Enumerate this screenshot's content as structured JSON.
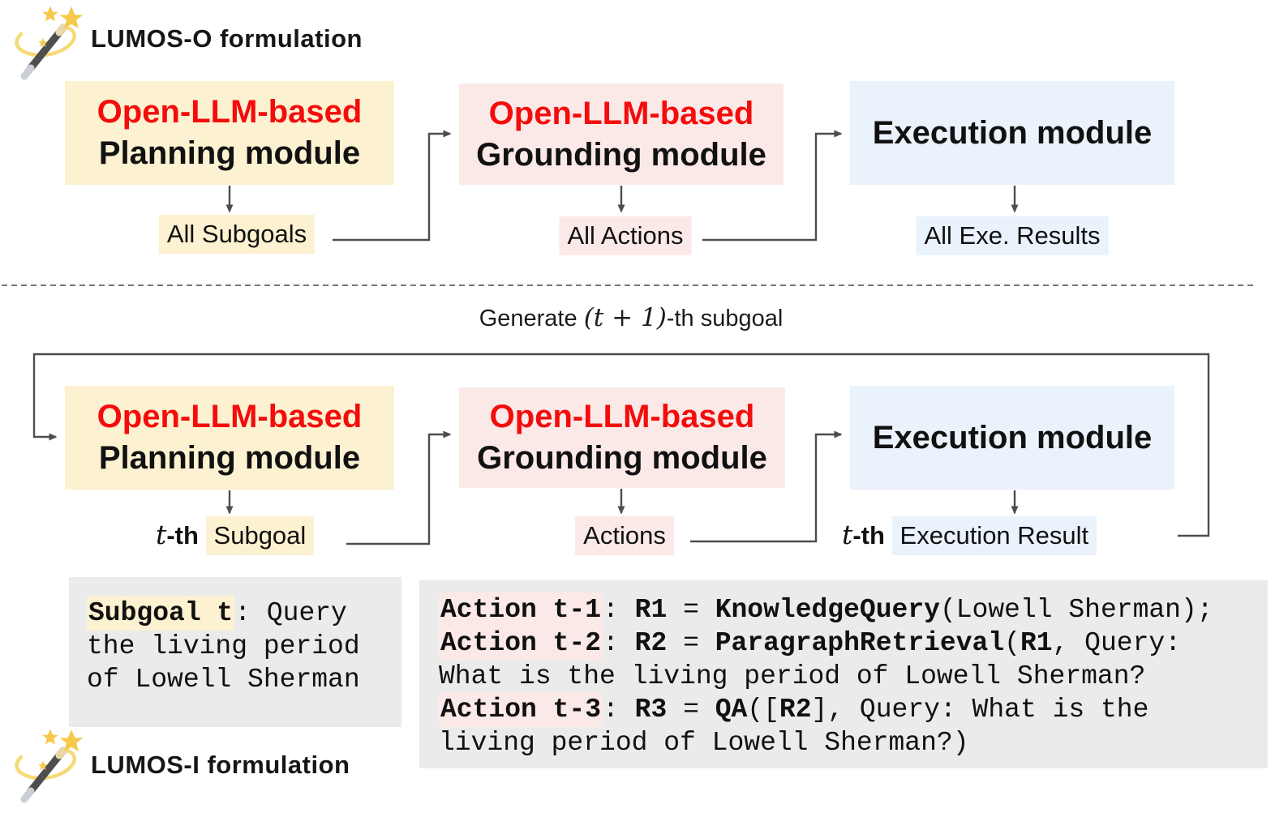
{
  "colors": {
    "yellow": "#FCF1D0",
    "pink": "#FBE9E8",
    "blue": "#EAF2FB",
    "red": "#F40C0C",
    "codebg": "#EBEBEB",
    "arrow": "#4D4D4D"
  },
  "sections": {
    "lumos_o": {
      "title": "LUMOS-O formulation"
    },
    "lumos_i": {
      "title": "LUMOS-I formulation"
    }
  },
  "flow_o": {
    "planning": {
      "line1": "Open-LLM-based",
      "line2": "Planning module"
    },
    "grounding": {
      "line1": "Open-LLM-based",
      "line2": "Grounding module"
    },
    "execution": {
      "title": "Execution module"
    },
    "planning_output": {
      "segments": [
        {
          "t": "All Subgoals",
          "h": "yellow"
        }
      ]
    },
    "grounding_output": {
      "segments": [
        {
          "t": "All Actions",
          "h": "pink"
        }
      ]
    },
    "execution_output": {
      "segments": [
        {
          "t": "All Exe. Results",
          "h": "blue"
        }
      ]
    }
  },
  "loop_caption": {
    "segments": [
      {
        "t": "Generate "
      },
      {
        "t": "(t + 1)",
        "i": true
      },
      {
        "t": "-th subgoal"
      }
    ]
  },
  "flow_i": {
    "planning": {
      "line1": "Open-LLM-based",
      "line2": "Planning module"
    },
    "grounding": {
      "line1": "Open-LLM-based",
      "line2": "Grounding module"
    },
    "execution": {
      "title": "Execution module"
    },
    "planning_output": {
      "segments": [
        {
          "t": "t",
          "i": true
        },
        {
          "t": "-th ",
          "b": true
        },
        {
          "t": "Subgoal",
          "h": "yellow"
        }
      ]
    },
    "grounding_output": {
      "segments": [
        {
          "t": "Actions",
          "h": "pink"
        }
      ]
    },
    "execution_output": {
      "segments": [
        {
          "t": "t",
          "i": true
        },
        {
          "t": "-th ",
          "b": true
        },
        {
          "t": "Execution Result",
          "h": "blue"
        }
      ]
    }
  },
  "code_blocks": {
    "subgoal": {
      "lines": [
        {
          "segments": [
            {
              "t": "Subgoal t",
              "b": true,
              "h": "yellow"
            },
            {
              "t": ": Query"
            }
          ]
        },
        {
          "segments": [
            {
              "t": "the living period"
            }
          ]
        },
        {
          "segments": [
            {
              "t": "of Lowell Sherman"
            }
          ]
        }
      ]
    },
    "actions": {
      "lines": [
        {
          "segments": [
            {
              "t": "Action t-1",
              "b": true,
              "h": "pink"
            },
            {
              "t": ": "
            },
            {
              "t": "R1",
              "b": true
            },
            {
              "t": " = "
            },
            {
              "t": "KnowledgeQuery",
              "b": true
            },
            {
              "t": "(Lowell Sherman);"
            }
          ]
        },
        {
          "segments": [
            {
              "t": "Action t-2",
              "b": true,
              "h": "pink"
            },
            {
              "t": ": "
            },
            {
              "t": "R2",
              "b": true
            },
            {
              "t": " = "
            },
            {
              "t": "ParagraphRetrieval",
              "b": true
            },
            {
              "t": "("
            },
            {
              "t": "R1",
              "b": true
            },
            {
              "t": ", Query:"
            }
          ]
        },
        {
          "segments": [
            {
              "t": "What is the living period of Lowell Sherman?"
            }
          ]
        },
        {
          "segments": [
            {
              "t": "Action t-3",
              "b": true,
              "h": "pink"
            },
            {
              "t": ": "
            },
            {
              "t": "R3",
              "b": true
            },
            {
              "t": " = "
            },
            {
              "t": "QA",
              "b": true
            },
            {
              "t": "(["
            },
            {
              "t": "R2",
              "b": true
            },
            {
              "t": "], Query: What is the"
            }
          ]
        },
        {
          "segments": [
            {
              "t": "living period of Lowell Sherman?)"
            }
          ]
        }
      ]
    }
  }
}
